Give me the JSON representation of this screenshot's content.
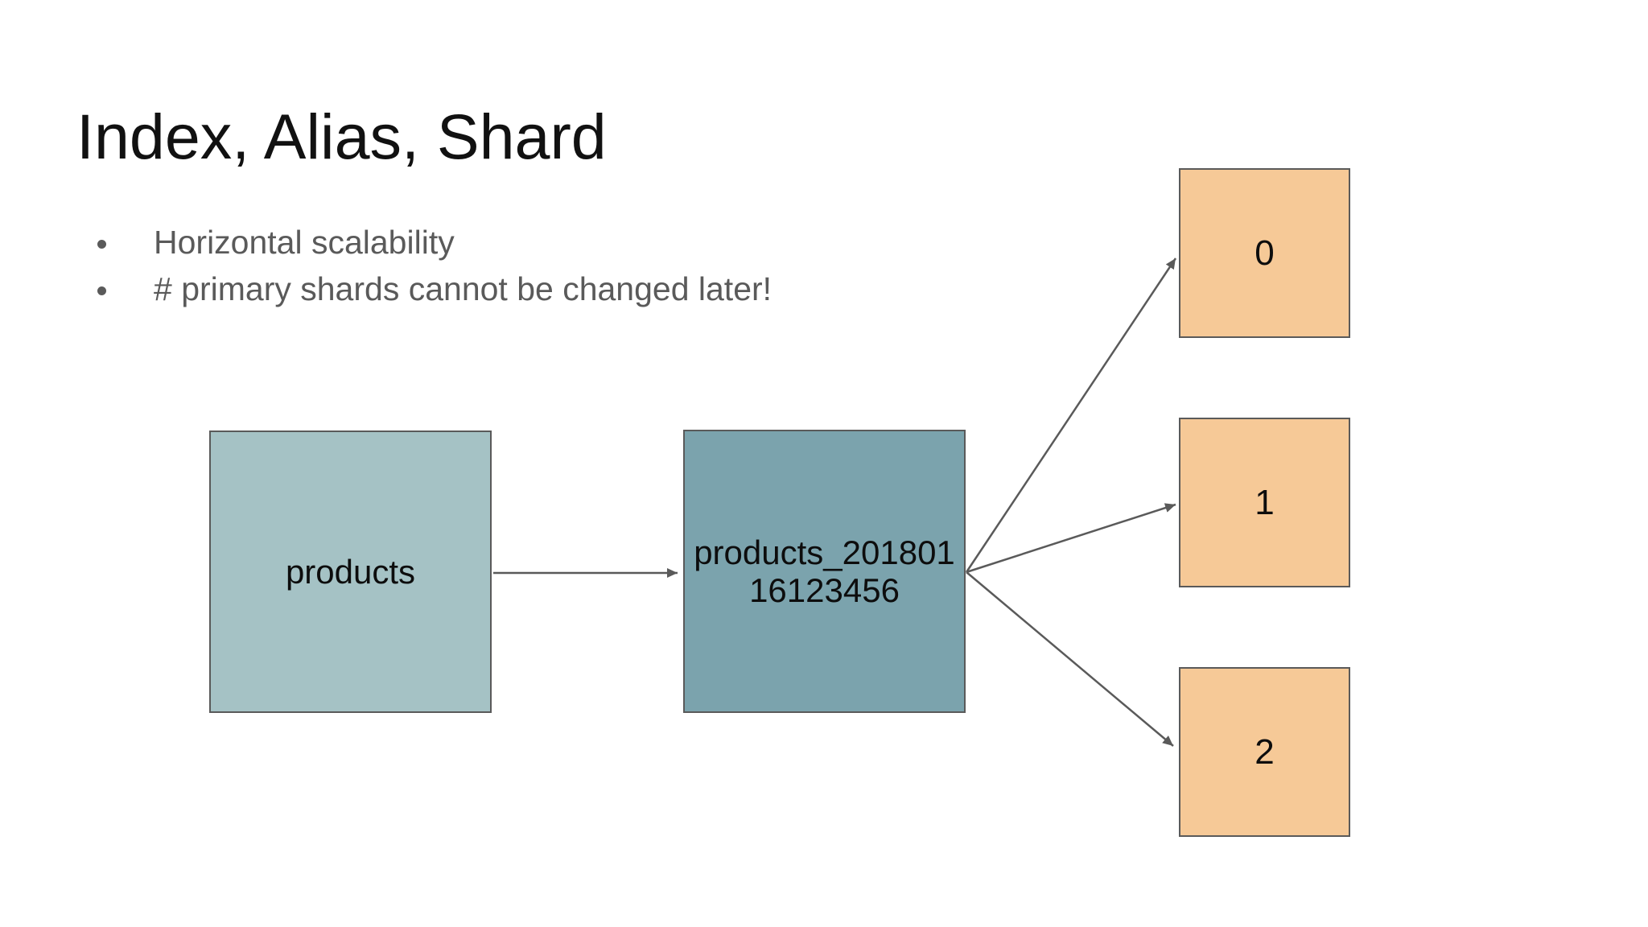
{
  "slide": {
    "title": "Index, Alias, Shard",
    "bullets": [
      {
        "text": "Horizontal scalability"
      },
      {
        "text": "# primary shards cannot be changed later!"
      }
    ]
  },
  "diagram": {
    "alias_box": {
      "label": "products"
    },
    "index_box": {
      "line1": "products_201801",
      "line2": "16123456"
    },
    "shards": [
      {
        "label": "0"
      },
      {
        "label": "1"
      },
      {
        "label": "2"
      }
    ]
  },
  "colors": {
    "background": "#ffffff",
    "title_text": "#111111",
    "bullet_text": "#5a5a5a",
    "bullet_dot": "#5a5a5a",
    "alias_fill": "#a5c2c5",
    "index_fill": "#7ba3ad",
    "shard_fill": "#f6c997",
    "box_border": "#5a5a5a",
    "arrow": "#5a5a5a",
    "box_text": "#0d0d0d"
  }
}
